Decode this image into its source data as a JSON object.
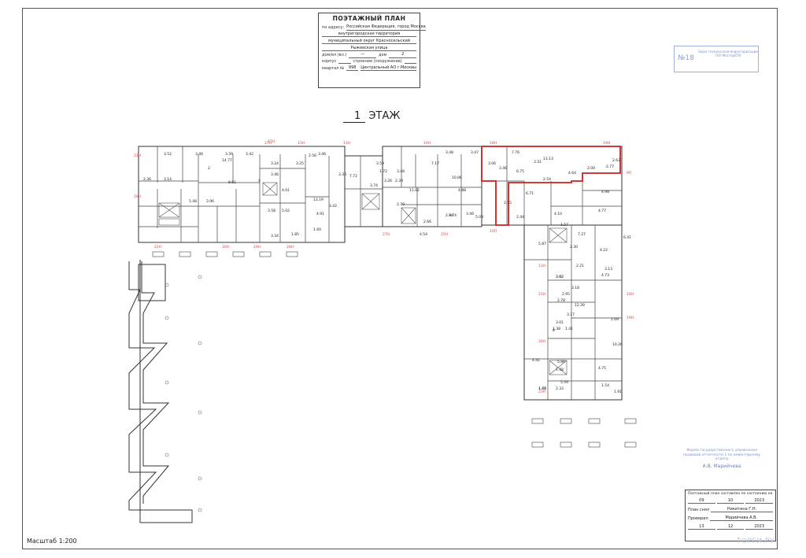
{
  "title_block": {
    "title": "ПОЭТАЖНЫЙ ПЛАН",
    "address_key": "по адресу:",
    "address_value": "Российская Федерация, город Москва",
    "territory_value": "внутригородская территория",
    "district_value": "муниципальный округ Красносельский",
    "street_value": "Рыжевская улица",
    "house_key": "дом/вл (вл.)",
    "house_dash": "—",
    "house_num_key": "дом",
    "house_num_value": "2",
    "korpus_key": "корпус",
    "building_key": "строение (сооружение)",
    "kvartal_key": "квартал №",
    "kvartal_value": "998",
    "kvartal_org": "Центральный АО г.Москвы"
  },
  "stamp_top": {
    "number": "№18",
    "text": "Бюро технической инвентаризации ГБУ МосгорБТИ"
  },
  "floor_title": {
    "num": "1",
    "label": "ЭТАЖ"
  },
  "plan": {
    "room_labels": [
      "3.52",
      "3.46",
      "3.39",
      "3.42",
      "2.56",
      "3.46",
      "14.77",
      "2",
      "4",
      "3.24",
      "3.25",
      "3.14",
      "8.61",
      "3.46",
      "3.96",
      "4.01",
      "5.48",
      "3.58",
      "5.02",
      "3.34",
      "1.85",
      "1.60",
      "13.19",
      "4.91",
      "2.36",
      "3.42",
      "3.30",
      "7.72",
      "3.74",
      "2.39",
      "3.59",
      "1.72",
      "3.48",
      "11.02",
      "3.48",
      "3.47",
      "7.17",
      "10.86",
      "4.88",
      "3.26",
      "2.79",
      "2.66",
      "3.46",
      "3.74",
      "2.96",
      "5.09",
      "4.54",
      "3.06",
      "3.46",
      "7.76",
      "13.13",
      "6.75",
      "3.31",
      "2.54",
      "4.64",
      "2.00",
      "2.77",
      "2.63",
      "6.71",
      "2.15",
      "2.44",
      "4.98",
      "4.77",
      "6.41",
      "4.22",
      "4.73",
      "3.13",
      "3.62",
      "2.21",
      "12.39",
      "2.95",
      "3.17",
      "3.01",
      "8",
      "1.41",
      "1.38",
      "2.09",
      "10.26",
      "4.75",
      "5.86",
      "1.48",
      "4.41",
      "5.59",
      "2.33",
      "1.44",
      "1.75",
      "1.91",
      "1.54",
      "5.87",
      "3.02",
      "2.78",
      "3.18",
      "4.10",
      "1.57",
      "7.27",
      "2.30"
    ],
    "axis_labels": [
      "31Н",
      "27Н",
      "17Н",
      "13Н",
      "13Н",
      "14Н",
      "18Н",
      "19Н",
      "16Н",
      "9П",
      "10П",
      "11Н",
      "21Н",
      "26Н",
      "23Н",
      "25Н",
      "27Н",
      "28Н",
      "29Н",
      "30Н",
      "22Н",
      "24Н",
      "19Н"
    ]
  },
  "stamp_mid": {
    "text": "Форма государственного управления правовой отчетности 1 по инвентарному отделу",
    "signature": "А.В. Марийчева"
  },
  "approve": {
    "head": "Поэтажный план составлен по состоянию на",
    "date1_day": "09",
    "date1_month": "10",
    "date1_year": "2023",
    "drawn_key": "План снял",
    "drawn_value": "Никитина Г.Н.",
    "checked_key": "Проверил",
    "checked_value": "Марийчева А.В.",
    "date2_day": "13",
    "date2_month": "12",
    "date2_year": "2023"
  },
  "scale": "Масштаб 1:200",
  "watermark": "ТОРГИ.РУ",
  "colors": {
    "highlight": "#cc1f1f",
    "axis": "#c0504d",
    "stamp": "#7c93c8"
  }
}
